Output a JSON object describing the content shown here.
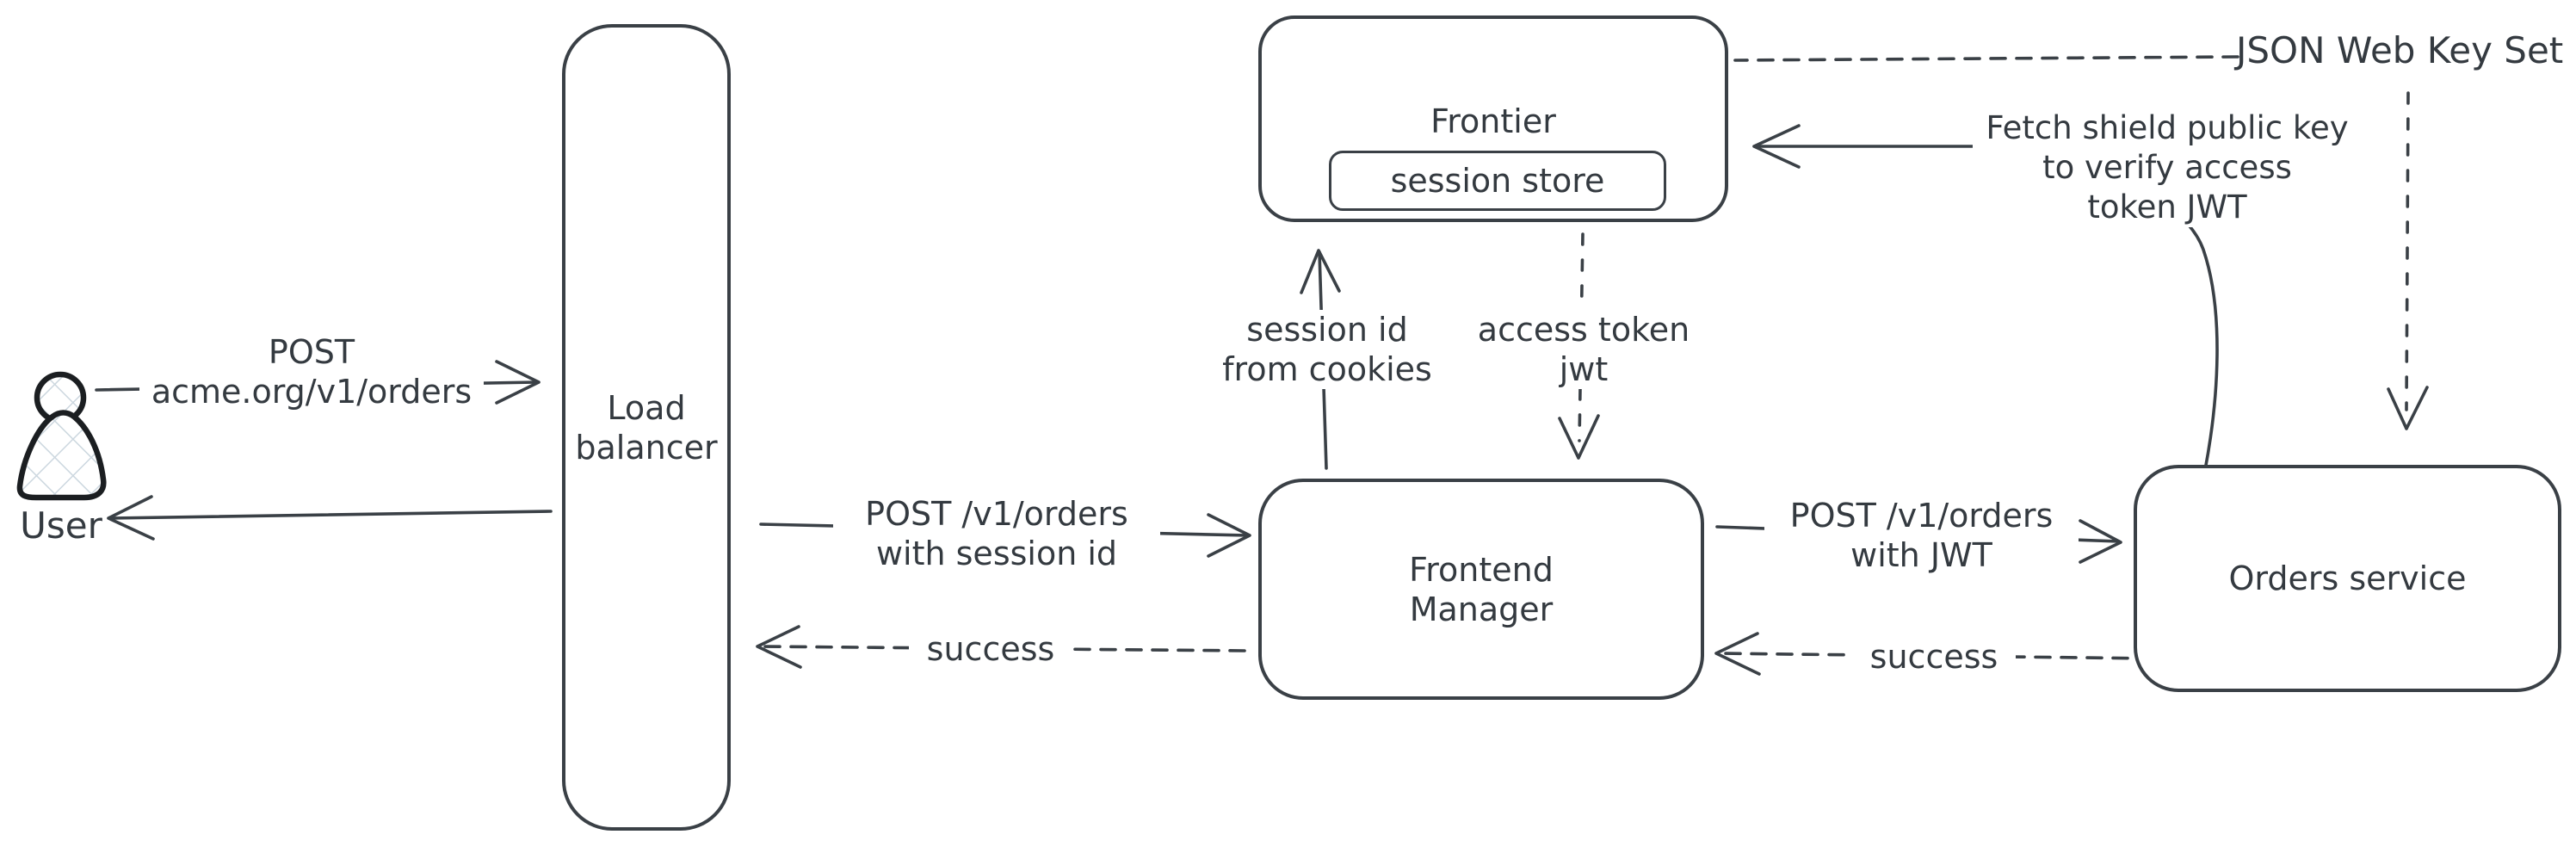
{
  "diagram": {
    "background": "#ffffff",
    "stroke_color": "#3a4046",
    "text_color": "#343a40",
    "user_fill_hatch": "#ccd7df"
  },
  "actors": {
    "user": {
      "label": "User"
    }
  },
  "nodes": {
    "load_balancer": {
      "label": "Load\nbalancer"
    },
    "frontier": {
      "label": "Frontier",
      "session_store_label": "session store"
    },
    "frontend_manager": {
      "label": "Frontend\nManager"
    },
    "orders_service": {
      "label": "Orders service"
    },
    "jwks": {
      "label": "JSON Web Key Set"
    }
  },
  "edges": {
    "user_to_load_balancer": {
      "label": "POST\nacme.org/v1/orders",
      "style": "solid"
    },
    "load_balancer_to_user": {
      "label": "",
      "style": "solid"
    },
    "load_balancer_to_frontend_manager": {
      "label": "POST /v1/orders\nwith session id",
      "style": "solid"
    },
    "frontend_manager_to_load_balancer": {
      "label": "success",
      "style": "dashed"
    },
    "frontend_manager_to_frontier": {
      "label": "session id\nfrom cookies",
      "style": "solid"
    },
    "frontier_to_frontend_manager": {
      "label": "access token\njwt",
      "style": "dashed"
    },
    "frontend_manager_to_orders_service": {
      "label": "POST /v1/orders\nwith JWT",
      "style": "solid"
    },
    "orders_service_to_frontend_manager": {
      "label": "success",
      "style": "dashed"
    },
    "orders_service_to_frontier": {
      "label": "Fetch shield public key\nto verify access\ntoken JWT",
      "style": "solid"
    },
    "jwks_to_frontier": {
      "label": "",
      "style": "dashed"
    },
    "jwks_to_orders_service": {
      "label": "",
      "style": "dashed"
    }
  }
}
